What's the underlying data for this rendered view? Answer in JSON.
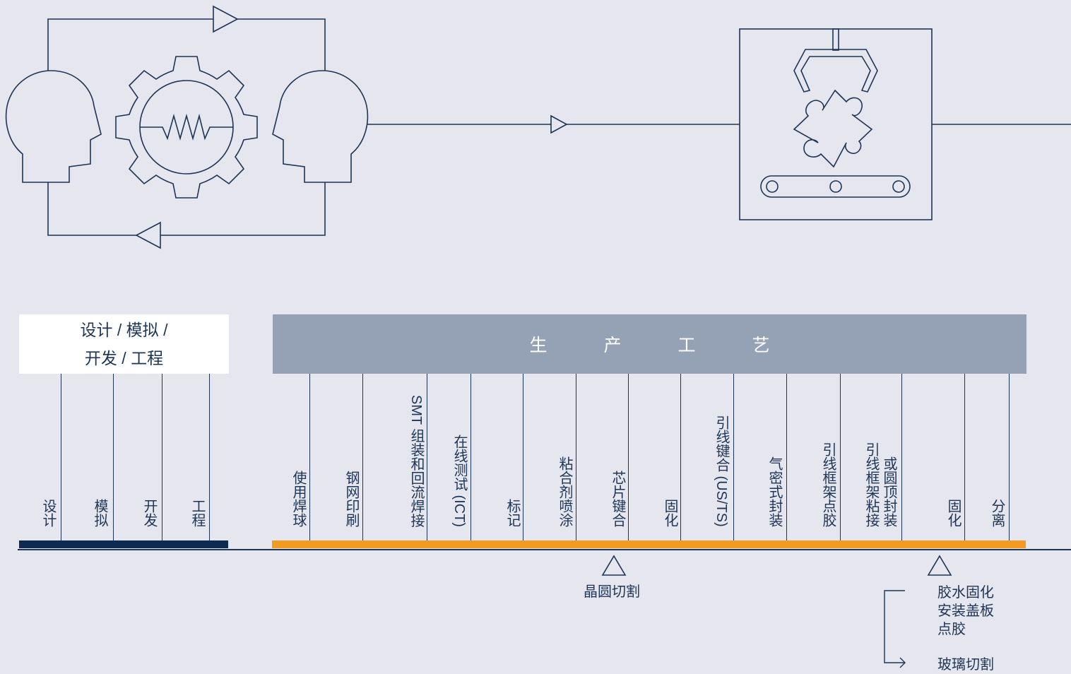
{
  "design": {
    "title_line1": "设计 / 模拟 /",
    "title_line2": "开发 / 工程",
    "steps": [
      "设计",
      "模拟",
      "开发",
      "工程"
    ]
  },
  "production": {
    "header_chars": [
      "生",
      "产",
      "工",
      "艺"
    ],
    "steps": [
      "使用焊球",
      "钢网印刷",
      "SMT 组装和回流焊接",
      "在线测试 (ICT)",
      "标记",
      "粘合剂喷涂",
      "芯片键合",
      "固化",
      "引线键合 (US/TS)",
      "气密式封装",
      "引线框架点胶",
      "引线框架粘接",
      "或圆顶封装",
      "固化",
      "分离"
    ]
  },
  "notes": {
    "wafer": "晶圆切割",
    "glue_lines": [
      "胶水固化",
      "安装盖板",
      "点胶"
    ],
    "glass": "玻璃切割"
  },
  "colors": {
    "background": "#e5e6ee",
    "line": "#1d3557",
    "design_bar": "#0d2a52",
    "production_bar": "#f29a21",
    "header": "#95a1b5"
  }
}
